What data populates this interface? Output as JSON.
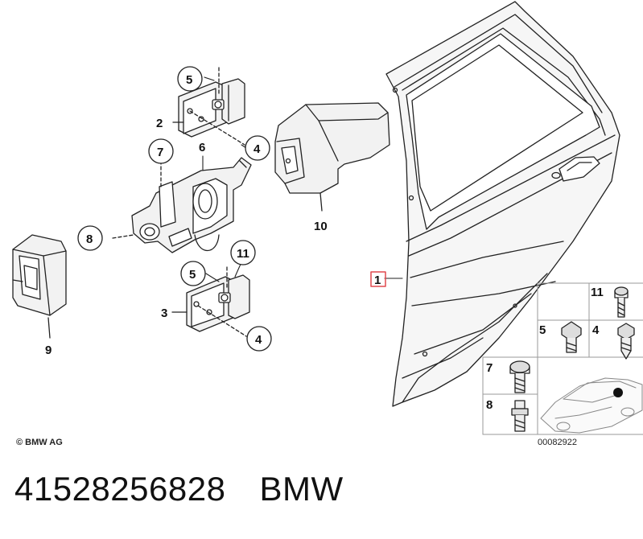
{
  "labels": {
    "l1": "1",
    "l2": "2",
    "l3": "3",
    "l4a": "4",
    "l4b": "4",
    "l4c": "4",
    "l5a": "5",
    "l5b": "5",
    "l5c": "5",
    "l6": "6",
    "l7a": "7",
    "l7b": "7",
    "l8a": "8",
    "l8b": "8",
    "l9": "9",
    "l10": "10",
    "l11a": "11",
    "l11b": "11"
  },
  "copyright": "© BMW AG",
  "diagram_code": "00082922",
  "caption": {
    "part_number": "41528256828",
    "brand": "BMW"
  },
  "colors": {
    "highlight": "#e0484f",
    "line": "#222222"
  }
}
